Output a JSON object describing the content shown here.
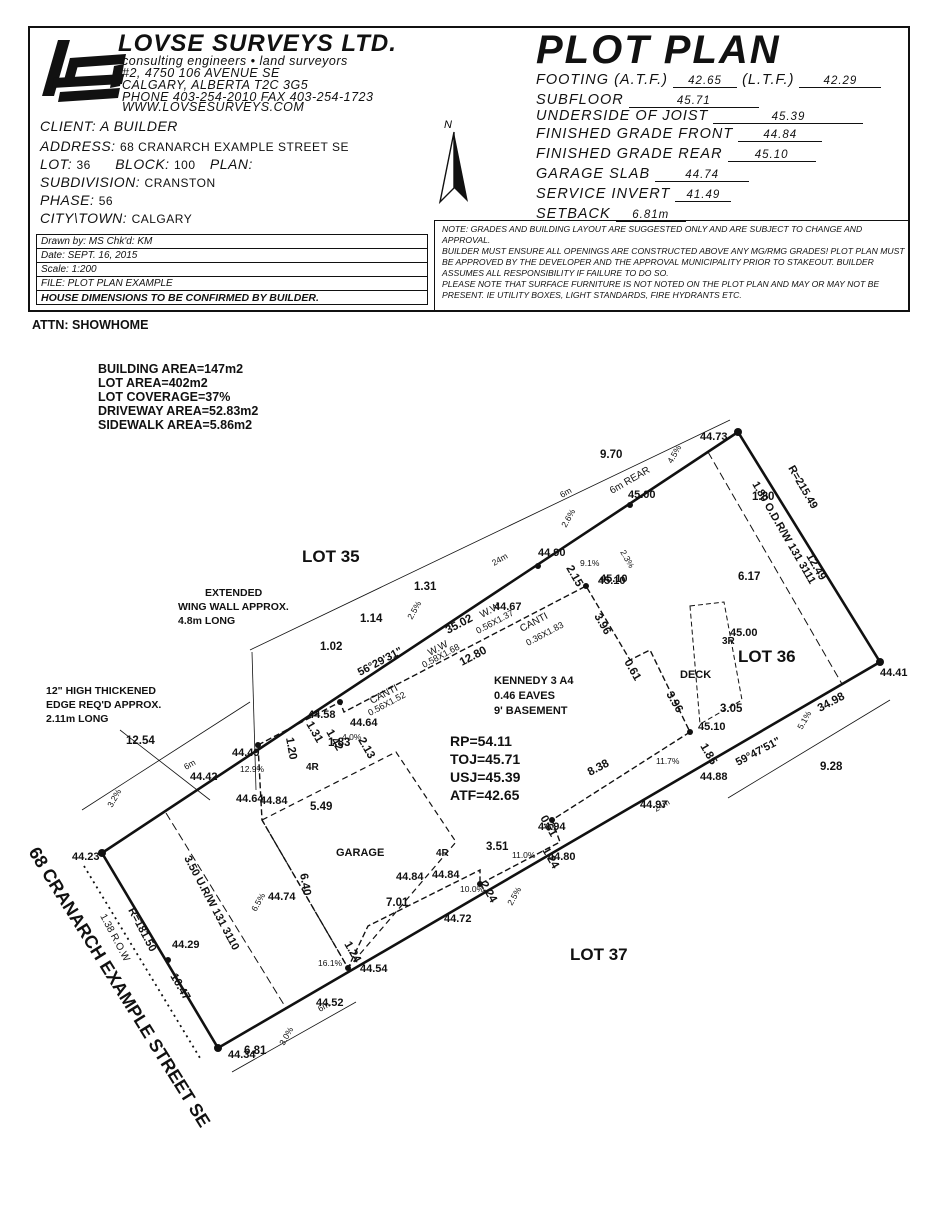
{
  "company": {
    "name": "LOVSE SURVEYS LTD.",
    "tagline": "consulting engineers  •  land surveyors",
    "address1": "#2, 4750 106 AVENUE SE",
    "address2": "CALGARY, ALBERTA  T2C 3G5",
    "phone": "PHONE  403-254-2010  FAX  403-254-1723",
    "web": "WWW.LOVSESURVEYS.COM"
  },
  "client": {
    "client_label": "CLIENT:",
    "client_value": "A BUILDER",
    "address_label": "ADDRESS:",
    "address_value": "68 CRANARCH EXAMPLE STREET SE",
    "lot_label": "LOT:",
    "lot_value": "36",
    "block_label": "BLOCK:",
    "block_value": "100",
    "plan_label": "PLAN:",
    "subdivision_label": "SUBDIVISION:",
    "subdivision_value": "CRANSTON",
    "phase_label": "PHASE:",
    "phase_value": "56",
    "city_label": "CITY\\TOWN:",
    "city_value": "CALGARY"
  },
  "meta": {
    "drawn_by": "Drawn by:  MS     Chk'd:   KM",
    "date": "Date:  SEPT. 16, 2015",
    "scale": "Scale:   1:200",
    "file": "FILE:   PLOT PLAN EXAMPLE",
    "confirm": "HOUSE DIMENSIONS TO BE CONFIRMED BY BUILDER."
  },
  "north_label": "N",
  "plan": {
    "title": "PLOT PLAN",
    "footing_label": "FOOTING (A.T.F.)",
    "footing_atf": "42.65",
    "ltf_label": "(L.T.F.)",
    "footing_ltf": "42.29",
    "subfloor_label": "SUBFLOOR",
    "subfloor": "45.71",
    "joist_label": "UNDERSIDE OF JOIST",
    "joist": "45.39",
    "front_label": "FINISHED GRADE FRONT",
    "front": "44.84",
    "rear_label": "FINISHED GRADE REAR",
    "rear": "45.10",
    "garage_label": "GARAGE SLAB",
    "garage": "44.74",
    "service_label": "SERVICE INVERT",
    "service": "41.49",
    "setback_label": "SETBACK",
    "setback": "6.81m"
  },
  "notes": {
    "n1": "NOTE: GRADES AND BUILDING LAYOUT ARE SUGGESTED ONLY AND ARE SUBJECT TO CHANGE AND APPROVAL.",
    "n2": "BUILDER MUST ENSURE ALL OPENINGS ARE CONSTRUCTED ABOVE ANY MG/RMG GRADES! PLOT PLAN MUST BE APPROVED BY THE DEVELOPER AND THE APPROVAL MUNICIPALITY PRIOR TO STAKEOUT. BUILDER ASSUMES ALL RESPONSIBILITY IF FAILURE TO DO SO.",
    "n3": "PLEASE NOTE THAT SURFACE FURNITURE IS NOT NOTED ON THE PLOT PLAN AND MAY OR MAY NOT BE PRESENT. IE UTILITY BOXES, LIGHT STANDARDS, FIRE HYDRANTS ETC."
  },
  "attn": "ATTN: SHOWHOME",
  "stats": {
    "building": "BUILDING AREA=147m2",
    "lot": "LOT AREA=402m2",
    "coverage": "LOT COVERAGE=37%",
    "driveway": "DRIVEWAY AREA=52.83m2",
    "sidewalk": "SIDEWALK AREA=5.86m2"
  },
  "drawing": {
    "lot35": "LOT 35",
    "lot36": "LOT 36",
    "lot37": "LOT 37",
    "street": "68 CRANARCH EXAMPLE STREET SE",
    "house_model": "KENNEDY 3 A4",
    "eaves": "0.46 EAVES",
    "basement": "9' BASEMENT",
    "rp": "RP=54.11",
    "toj": "TOJ=45.71",
    "usj": "USJ=45.39",
    "atf": "ATF=42.65",
    "garage": "GARAGE",
    "deck": "DECK",
    "wing1": "EXTENDED",
    "wing2": "WING WALL APPROX.",
    "wing3": "4.8m LONG",
    "edge1": "12\" HIGH THICKENED",
    "edge2": "EDGE REQ'D APPROX.",
    "edge3": "2.11m LONG",
    "rear_row": "6m REAR",
    "odrw": "1.80 O.D.R/W 131 3111",
    "urw": "3.50 U.R/W 131 3110",
    "radius_rear": "R=215.49",
    "radius_front": "R=181.50",
    "row": "1.38 R.O.W",
    "angle1": "56°29'31\"",
    "angle2": "59°47'51\"",
    "canti1": "CANTI",
    "canti1_dim": "0.56X1.52",
    "canti2": "CANTI",
    "canti2_dim": "0.36X1.83",
    "ww1": "W.W",
    "ww1_dim": "0.58X1.68",
    "ww2": "W.W",
    "ww2_dim": "0.56X1.37",
    "r4a": "4R",
    "r4b": "4R",
    "r3": "3R",
    "elev": [
      "44.23",
      "44.42",
      "44.49",
      "44.58",
      "44.64",
      "44.64",
      "44.84",
      "44.67",
      "44.90",
      "45.00",
      "44.73",
      "44.41",
      "45.10",
      "45.00",
      "45.10",
      "44.88",
      "44.97",
      "44.94",
      "44.80",
      "44.84",
      "44.84",
      "44.72",
      "44.74",
      "44.54",
      "44.52",
      "44.34",
      "44.29",
      "45.10"
    ],
    "dims": [
      "9.70",
      "12.49",
      "6.17",
      "1.80",
      "3.96",
      "3.96",
      "0.61",
      "3.05",
      "1.85",
      "9.28",
      "34.98",
      "8.38",
      "0.61",
      "3.51",
      "1.24",
      "7.01",
      "2.24",
      "6.40",
      "1.24",
      "6.81",
      "10.47",
      "12.54",
      "1.31",
      "1.14",
      "1.02",
      "35.02",
      "12.80",
      "2.15",
      "1.31",
      "1.20",
      "1.83",
      "2.13",
      "1.42",
      "5.49"
    ],
    "slopes": [
      "4.5%",
      "2.6%",
      "2.3%",
      "9.1%",
      "2.5%",
      "4.0%",
      "3.2%",
      "12.9%",
      "11.7%",
      "5.1%",
      "11.0%",
      "10.0%",
      "2.5%",
      "6.5%",
      "16.1%",
      "3.0%"
    ],
    "small": [
      "24m",
      "6m",
      "24m",
      "6m",
      "6m"
    ]
  }
}
